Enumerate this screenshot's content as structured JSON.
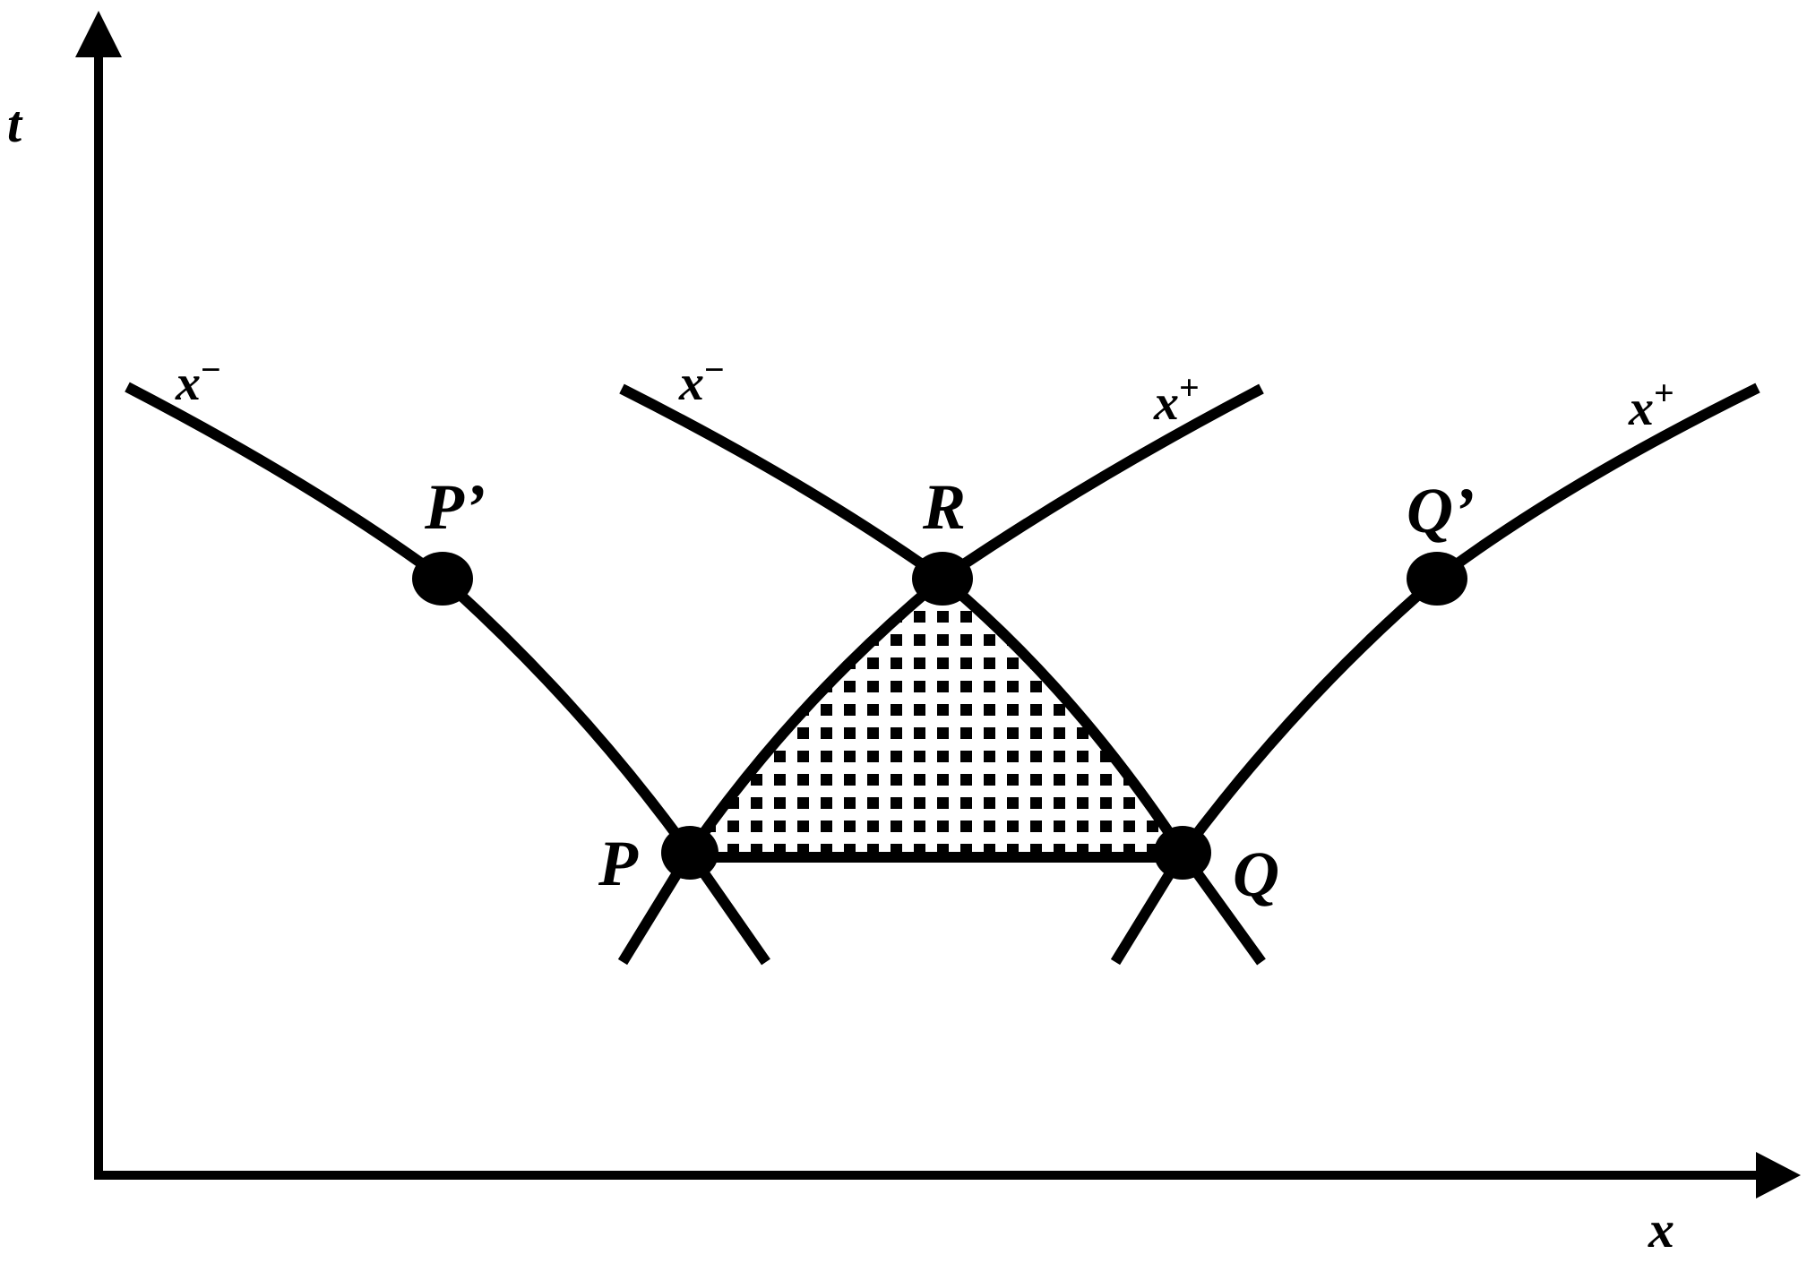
{
  "axes": {
    "vertical_label": "t",
    "horizontal_label": "x"
  },
  "points": {
    "p": "P",
    "q": "Q",
    "r": "R",
    "p_prime": "P’",
    "q_prime": "Q’"
  },
  "characteristics": {
    "left_outer": {
      "base": "x",
      "sign": "−"
    },
    "middle_minus": {
      "base": "x",
      "sign": "−"
    },
    "middle_plus": {
      "base": "x",
      "sign": "+"
    },
    "right_outer": {
      "base": "x",
      "sign": "+"
    }
  },
  "colors": {
    "ink": "#000000",
    "background": "#ffffff"
  }
}
